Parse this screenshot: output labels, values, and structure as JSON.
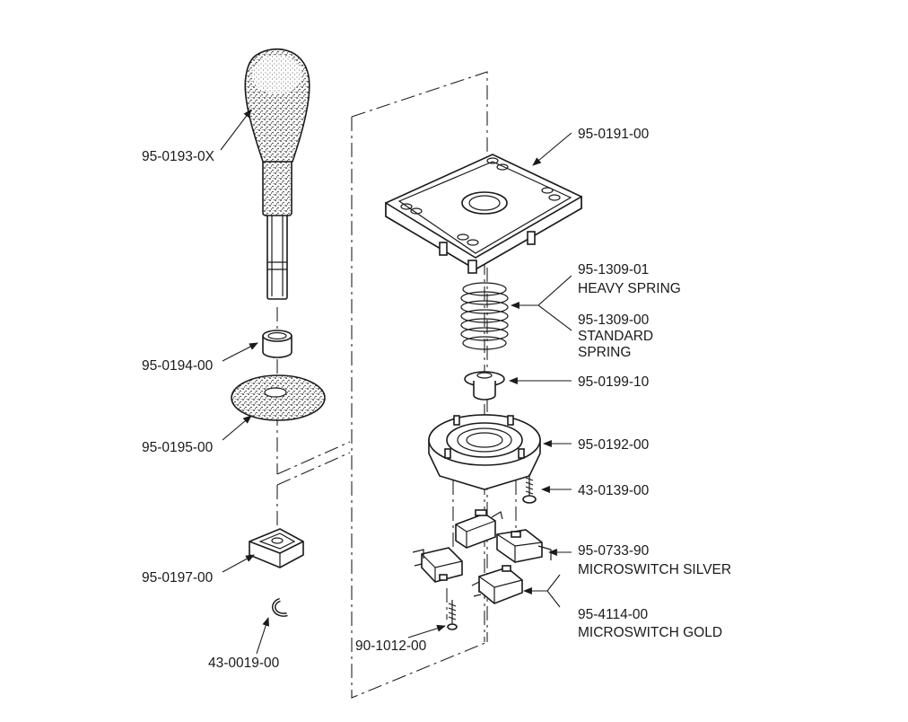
{
  "parts": [
    {
      "id": "knob",
      "part_number": "95-0193-0X"
    },
    {
      "id": "bushing",
      "part_number": "95-0194-00"
    },
    {
      "id": "dust-washer",
      "part_number": "95-0195-00"
    },
    {
      "id": "actuator",
      "part_number": "95-0197-00"
    },
    {
      "id": "e-clip",
      "part_number": "43-0019-00"
    },
    {
      "id": "top-plate",
      "part_number": "95-0191-00"
    },
    {
      "id": "heavy-spring",
      "part_number": "95-1309-01",
      "desc": "HEAVY SPRING"
    },
    {
      "id": "standard-spring",
      "part_number": "95-1309-00",
      "desc_lines": [
        "STANDARD",
        "SPRING"
      ]
    },
    {
      "id": "pivot",
      "part_number": "95-0199-10"
    },
    {
      "id": "base",
      "part_number": "95-0192-00"
    },
    {
      "id": "base-screw",
      "part_number": "43-0139-00"
    },
    {
      "id": "microswitch-silver",
      "part_number": "95-0733-90",
      "desc": "MICROSWITCH SILVER"
    },
    {
      "id": "microswitch-gold",
      "part_number": "95-4114-00",
      "desc": "MICROSWITCH GOLD"
    },
    {
      "id": "switch-screw",
      "part_number": "90-1012-00"
    }
  ]
}
